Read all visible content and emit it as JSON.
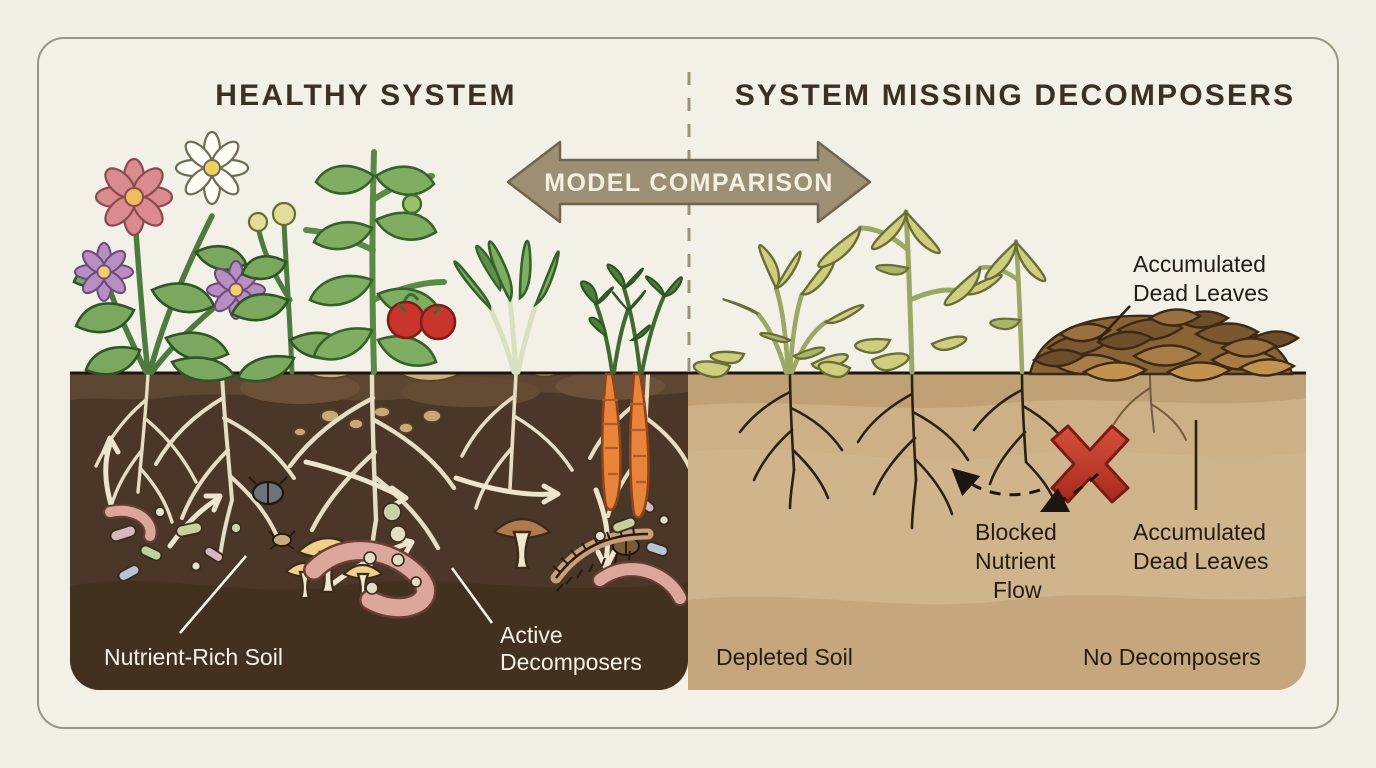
{
  "figure": {
    "background_color": "#f2efe6",
    "frame_color": "#9a9680",
    "divider": "dashed-vertical-divider"
  },
  "panels": {
    "left": {
      "title": "HEALTHY SYSTEM",
      "soil_color": "#4a3728",
      "topsoil_color": "#5d4632",
      "labels": [
        {
          "text": "Nutrient-Rich Soil",
          "color": "#f6f2e7"
        },
        {
          "text": "Active",
          "color": "#f6f2e7"
        },
        {
          "text": "Decomposers",
          "color": "#f6f2e7"
        }
      ],
      "features": [
        "pink-flower",
        "white-daisy",
        "purple-flower",
        "tomato-plant",
        "red-tomatoes",
        "chard-plant",
        "carrot-plant",
        "earthworm",
        "mushroom",
        "beetle",
        "centipede",
        "microbes",
        "nutrient-arrows"
      ]
    },
    "right": {
      "title": "SYSTEM MISSING DECOMPOSERS",
      "soil_color": "#cdb086",
      "subsoil_color": "#c2a37a",
      "labels": [
        {
          "text": "Accumulated",
          "color": "#241c14"
        },
        {
          "text": "Dead Leaves",
          "color": "#241c14"
        },
        {
          "text": "Blocked",
          "color": "#241c14"
        },
        {
          "text": "Nutrient",
          "color": "#241c14"
        },
        {
          "text": "Flow",
          "color": "#241c14"
        },
        {
          "text": "Depleted Soil",
          "color": "#241c14"
        },
        {
          "text": "No Decomposers",
          "color": "#241c14"
        }
      ],
      "features": [
        "wilted-plant",
        "yellowing-leaves",
        "dead-leaf-pile",
        "sparse-roots",
        "blocked-arrow",
        "red-x-mark"
      ]
    }
  },
  "banner": {
    "label": "MODEL COMPARISON",
    "fill": "#9d8f73",
    "text_color": "#f4f0e2",
    "shape": "double-headed-arrow"
  },
  "annotations": {
    "accumulated_top": {
      "line1": "Accumulated",
      "line2": "Dead Leaves"
    },
    "accumulated_bottom": {
      "line1": "Accumulated",
      "line2": "Dead Leaves"
    },
    "blocked": {
      "line1": "Blocked",
      "line2": "Nutrient",
      "line3": "Flow"
    },
    "depleted_soil": "Depleted Soil",
    "no_decomposers": "No Decomposers",
    "nutrient_rich_soil": "Nutrient-Rich Soil",
    "active_decomposers": {
      "line1": "Active",
      "line2": "Decomposers"
    },
    "red_x_color": "#c23a2b"
  }
}
